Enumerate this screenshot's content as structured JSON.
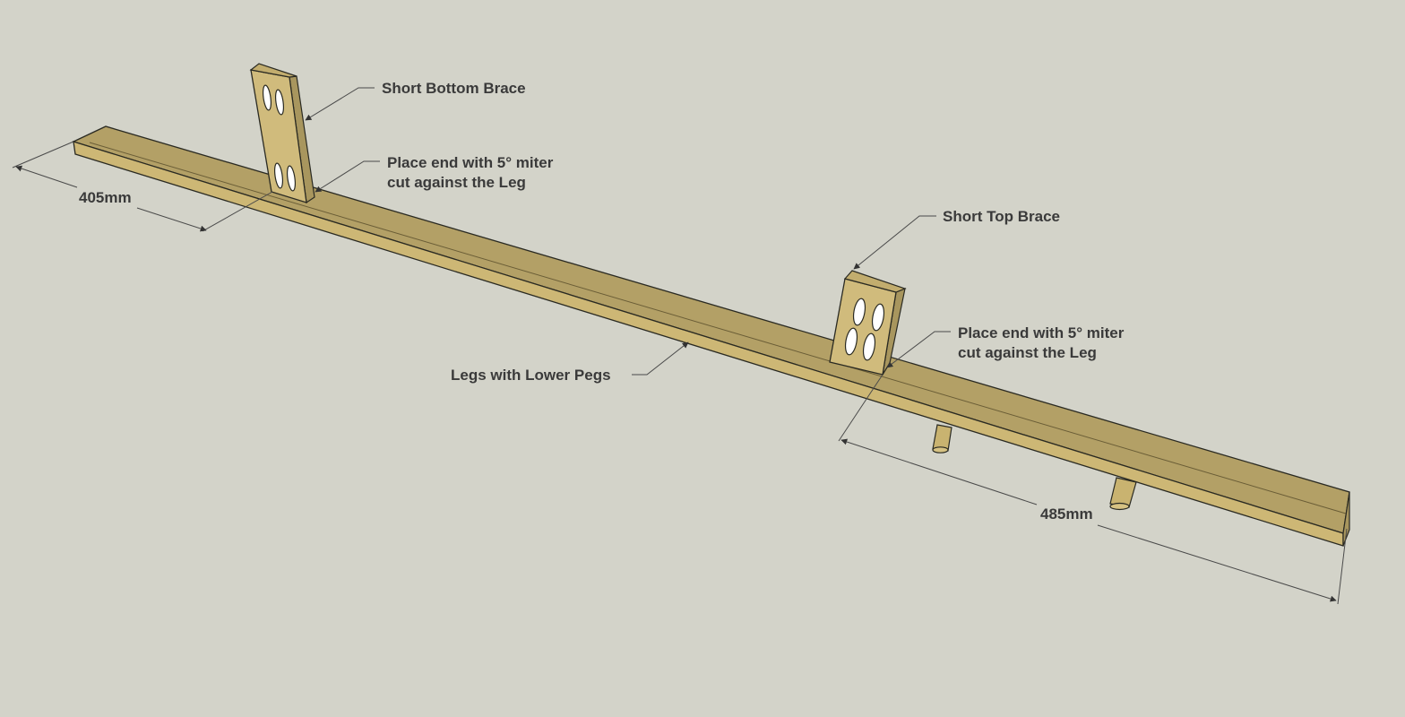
{
  "colors": {
    "background": "#d3d3c9",
    "wood_top": "#b3a066",
    "wood_front": "#cdb775",
    "wood_light": "#d0bb7c",
    "outline": "#2a2a22",
    "text": "#3a3a3a",
    "leader": "#4a4a4a"
  },
  "labels": {
    "short_bottom_brace": "Short Bottom Brace",
    "miter_note_left": {
      "line1": "Place end with 5° miter",
      "line2": "cut against the Leg"
    },
    "short_top_brace": "Short Top Brace",
    "miter_note_right": {
      "line1": "Place end with 5° miter",
      "line2": "cut against the Leg"
    },
    "legs_with_lower_pegs": "Legs with Lower Pegs"
  },
  "dimensions": {
    "left": "405mm",
    "right": "485mm"
  }
}
